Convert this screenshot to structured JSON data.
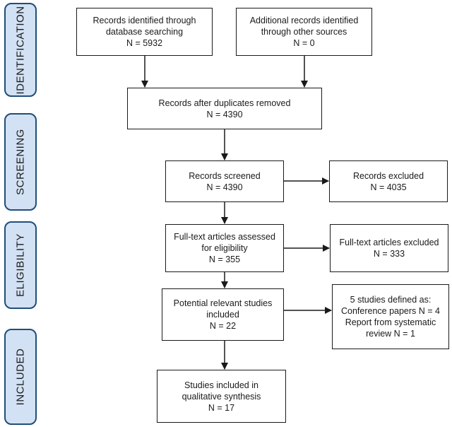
{
  "phases": {
    "identification": "IDENTIFICATION",
    "screening": "SCREENING",
    "eligibility": "ELIGIBILITY",
    "included": "INCLUDED"
  },
  "boxes": {
    "database": {
      "line1": "Records identified through",
      "line2": "database searching",
      "line3": "N = 5932"
    },
    "other": {
      "line1": "Additional records identified",
      "line2": "through other sources",
      "line3": "N = 0"
    },
    "dedup": {
      "line1": "Records after duplicates removed",
      "line2": "N = 4390"
    },
    "screened": {
      "line1": "Records screened",
      "line2": "N = 4390"
    },
    "excluded": {
      "line1": "Records excluded",
      "line2": "N = 4035"
    },
    "fulltext": {
      "line1": "Full-text articles assessed",
      "line2": "for eligibility",
      "line3": "N = 355"
    },
    "fulltext_excluded": {
      "line1": "Full-text articles excluded",
      "line2": "N = 333"
    },
    "potential": {
      "line1": "Potential relevant studies",
      "line2": "included",
      "line3": "N = 22"
    },
    "defined": {
      "line1": "5 studies defined as:",
      "line2": "Conference papers N = 4",
      "line3": "Report from systematic",
      "line4": "review N = 1"
    },
    "final": {
      "line1": "Studies included in",
      "line2": "qualitative synthesis",
      "line3": "N = 17"
    }
  },
  "colors": {
    "phase_fill": "#d2e1f3",
    "phase_border": "#1f4e79",
    "line": "#1a1a1a"
  }
}
